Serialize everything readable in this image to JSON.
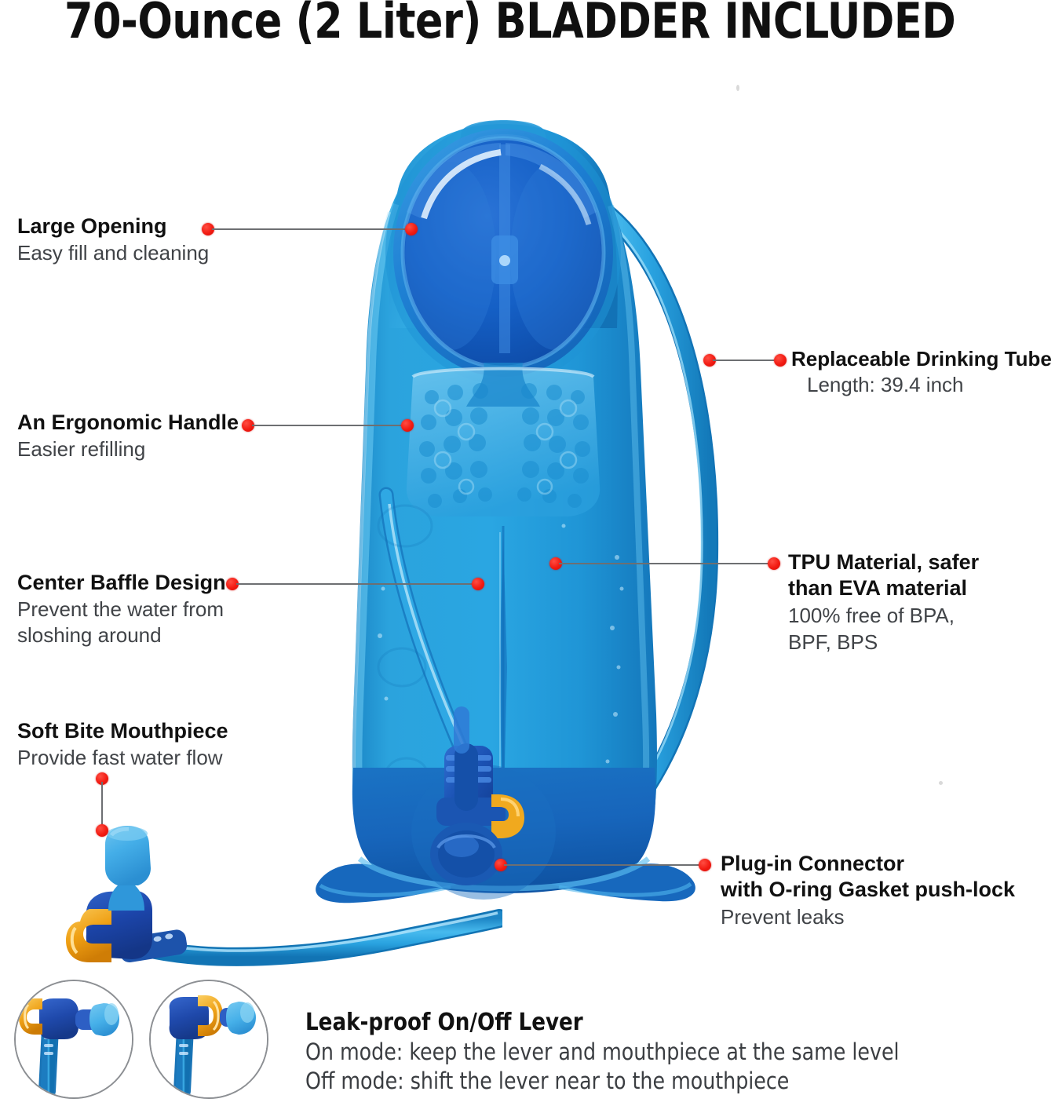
{
  "title": "70-Ounce (2 Liter) BLADDER INCLUDED",
  "colors": {
    "accent_dot": "#f21b12",
    "leader_line": "#6d6f72",
    "heading_text": "#111111",
    "sub_text": "#404347",
    "bladder_body": "#2196d9",
    "bladder_cap": "#1565c8",
    "tube": "#29a3e0",
    "lever_orange": "#f0a91e"
  },
  "callouts": [
    {
      "id": "large-opening",
      "side": "left",
      "heading": "Large Opening",
      "sub": "Easy fill and cleaning"
    },
    {
      "id": "ergonomic-handle",
      "side": "left",
      "heading": "An Ergonomic Handle",
      "sub": "Easier refilling"
    },
    {
      "id": "center-baffle",
      "side": "left",
      "heading": "Center Baffle Design",
      "sub": "Prevent the water from sloshing around"
    },
    {
      "id": "soft-bite-mouthpiece",
      "side": "left",
      "heading": "Soft Bite Mouthpiece",
      "sub": "Provide fast water flow"
    },
    {
      "id": "drinking-tube",
      "side": "right",
      "heading": "Replaceable Drinking Tube",
      "sub": "Length: 39.4 inch"
    },
    {
      "id": "tpu-material",
      "side": "right",
      "heading_line1": "TPU Material, safer",
      "heading_line2": "than EVA material",
      "sub_line1": "100% free of BPA,",
      "sub_line2": "BPF, BPS"
    },
    {
      "id": "plug-in-connector",
      "side": "right",
      "heading_line1": "Plug-in Connector",
      "heading_line2": "with O-ring Gasket push-lock",
      "sub": "Prevent leaks"
    }
  ],
  "bottom": {
    "heading": "Leak-proof On/Off Lever",
    "line_on": "On mode: keep the lever and mouthpiece at the same level",
    "line_off": "Off mode: shift the lever near to the mouthpiece",
    "thumb_on_label": "lever-on-mode-photo",
    "thumb_off_label": "lever-off-mode-photo"
  },
  "product": {
    "name": "hydration-bladder",
    "parts": [
      "large-screw-cap",
      "ergonomic-handle",
      "center-baffle-seam",
      "drinking-tube",
      "plug-in-connector",
      "bite-mouthpiece",
      "on-off-lever"
    ]
  }
}
